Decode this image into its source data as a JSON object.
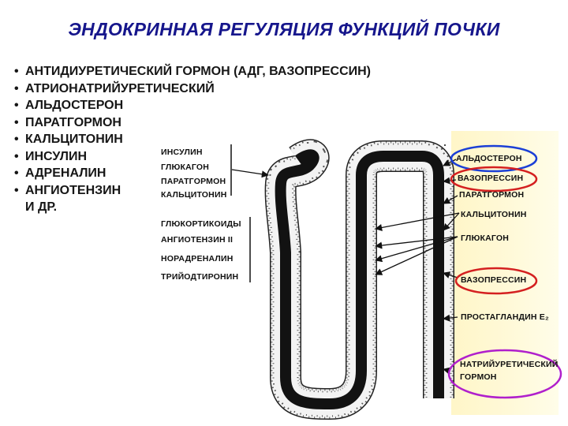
{
  "title": "ЭНДОКРИННАЯ РЕГУЛЯЦИЯ ФУНКЦИЙ ПОЧКИ",
  "list": {
    "bullet": "•",
    "items": [
      "АНТИДИУРЕТИЧЕСКИЙ ГОРМОН (АДГ, ВАЗОПРЕССИН)",
      "АТРИОНАТРИЙУРЕТИЧЕСКИЙ",
      "АЛЬДОСТЕРОН",
      "ПАРАТГОРМОН",
      "КАЛЬЦИТОНИН",
      "ИНСУЛИН",
      "АДРЕНАЛИН",
      "АНГИОТЕНЗИН"
    ],
    "tail": "И ДР."
  },
  "diagram": {
    "left_labels": {
      "group1": [
        "ИНСУЛИН",
        "ГЛЮКАГОН",
        "ПАРАТГОРМОН",
        "КАЛЬЦИТОНИН"
      ],
      "group2": [
        "ГЛЮКОРТИКОИДЫ",
        "АНГИОТЕНЗИН II",
        "НОРАДРЕНАЛИН",
        "ТРИЙОДТИРОНИН"
      ]
    },
    "right_labels": [
      "АЛЬДОСТЕРОН",
      "ВАЗОПРЕССИН",
      "ПАРАТГОРМОН",
      "КАЛЬЦИТОНИН",
      "ГЛЮКАГОН",
      "ВАЗОПРЕССИН",
      "ПРОСТАГЛАНДИН E₂",
      "НАТРИЙУРЕТИЧЕСКИЙ",
      "ГОРМОН"
    ],
    "colors": {
      "title": "#16168c",
      "highlight_blue": "#1b3fd6",
      "highlight_red": "#d42020",
      "highlight_violet": "#b01fcc",
      "background_panel": "#fff8d0",
      "tubule_lumen": "#121212"
    }
  }
}
